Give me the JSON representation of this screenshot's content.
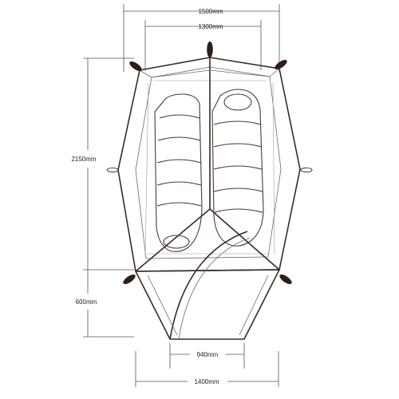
{
  "dimensions": {
    "outer_width": "1500mm",
    "inner_width": "1300mm",
    "length": "2150mm",
    "vestibule_depth": "600mm",
    "vestibule_inner_width": "940mm",
    "vestibule_outer_width": "1400mm"
  },
  "colors": {
    "stake": "#2e1e18",
    "outline": "#3a2a22",
    "dimension_line": "#555555"
  },
  "icons": [
    "stake-icon",
    "sleeping-bag-icon"
  ]
}
